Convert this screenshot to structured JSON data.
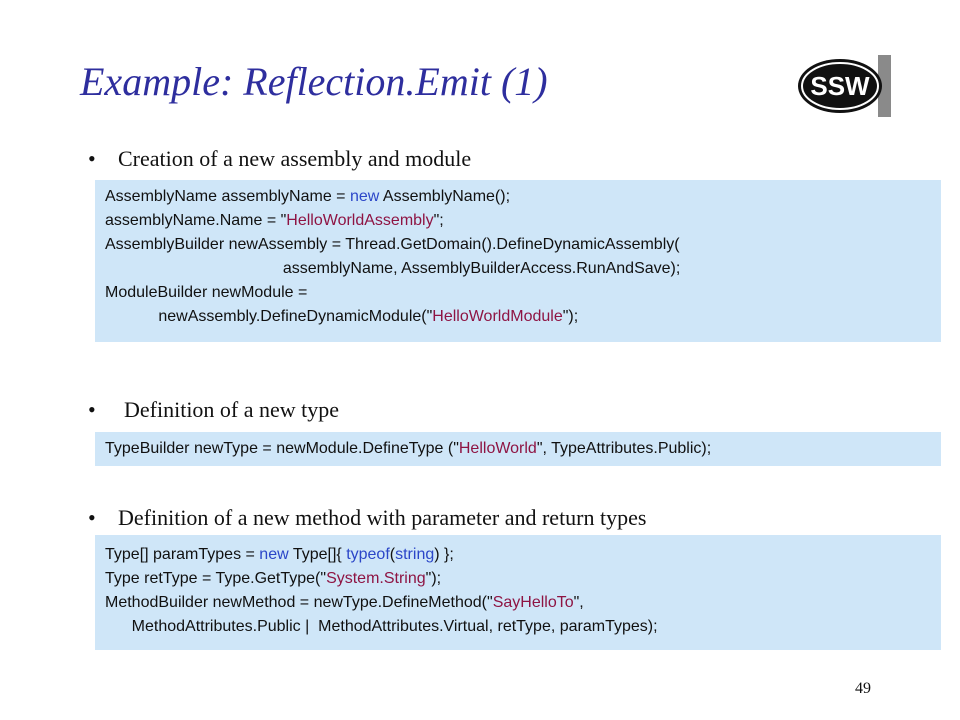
{
  "slide": {
    "title": "Example: Reflection.Emit (1)",
    "page_number": "49",
    "logo": {
      "text": "SSW"
    }
  },
  "bullets": [
    {
      "marker": "•",
      "text": "Creation of a new assembly and module"
    },
    {
      "marker": "•",
      "text": "Definition of a new type"
    },
    {
      "marker": "•",
      "text": "Definition of a new method with parameter and return types"
    }
  ],
  "code_blocks": {
    "assembly": {
      "l1": {
        "a": "AssemblyName assemblyName = ",
        "b": "new",
        "c": " AssemblyName();"
      },
      "l2": {
        "a": "assemblyName.Name = \"",
        "b": "HelloWorldAssembly",
        "c": "\";"
      },
      "l3": "AssemblyBuilder newAssembly = Thread.GetDomain().DefineDynamicAssembly(",
      "l4": "                                        assemblyName, AssemblyBuilderAccess.RunAndSave);",
      "l5": "ModuleBuilder newModule =",
      "l6": {
        "a": "            newAssembly.DefineDynamicModule(\"",
        "b": "HelloWorldModule",
        "c": "\");"
      }
    },
    "type": {
      "l1": {
        "a": "TypeBuilder newType = newModule.DefineType (\"",
        "b": "HelloWorld",
        "c": "\", TypeAttributes.Public);"
      }
    },
    "method": {
      "l1": {
        "a": "Type[] paramTypes = ",
        "b": "new",
        "c": " Type[]{ ",
        "d": "typeof",
        "e": "(",
        "f": "string",
        "g": ") };"
      },
      "l2": {
        "a": "Type retType = Type.GetType(\"",
        "b": "System.String",
        "c": "\");"
      },
      "l3": {
        "a": "MethodBuilder newMethod = newType.DefineMethod(\"",
        "b": "SayHelloTo",
        "c": "\","
      },
      "l4": "      MethodAttributes.Public |  MethodAttributes.Virtual, retType, paramTypes);"
    }
  },
  "colors": {
    "title": "#2e2e9e",
    "code_background": "#cfe6f8",
    "keyword": "#2b46c8",
    "string_literal": "#8e1443"
  }
}
